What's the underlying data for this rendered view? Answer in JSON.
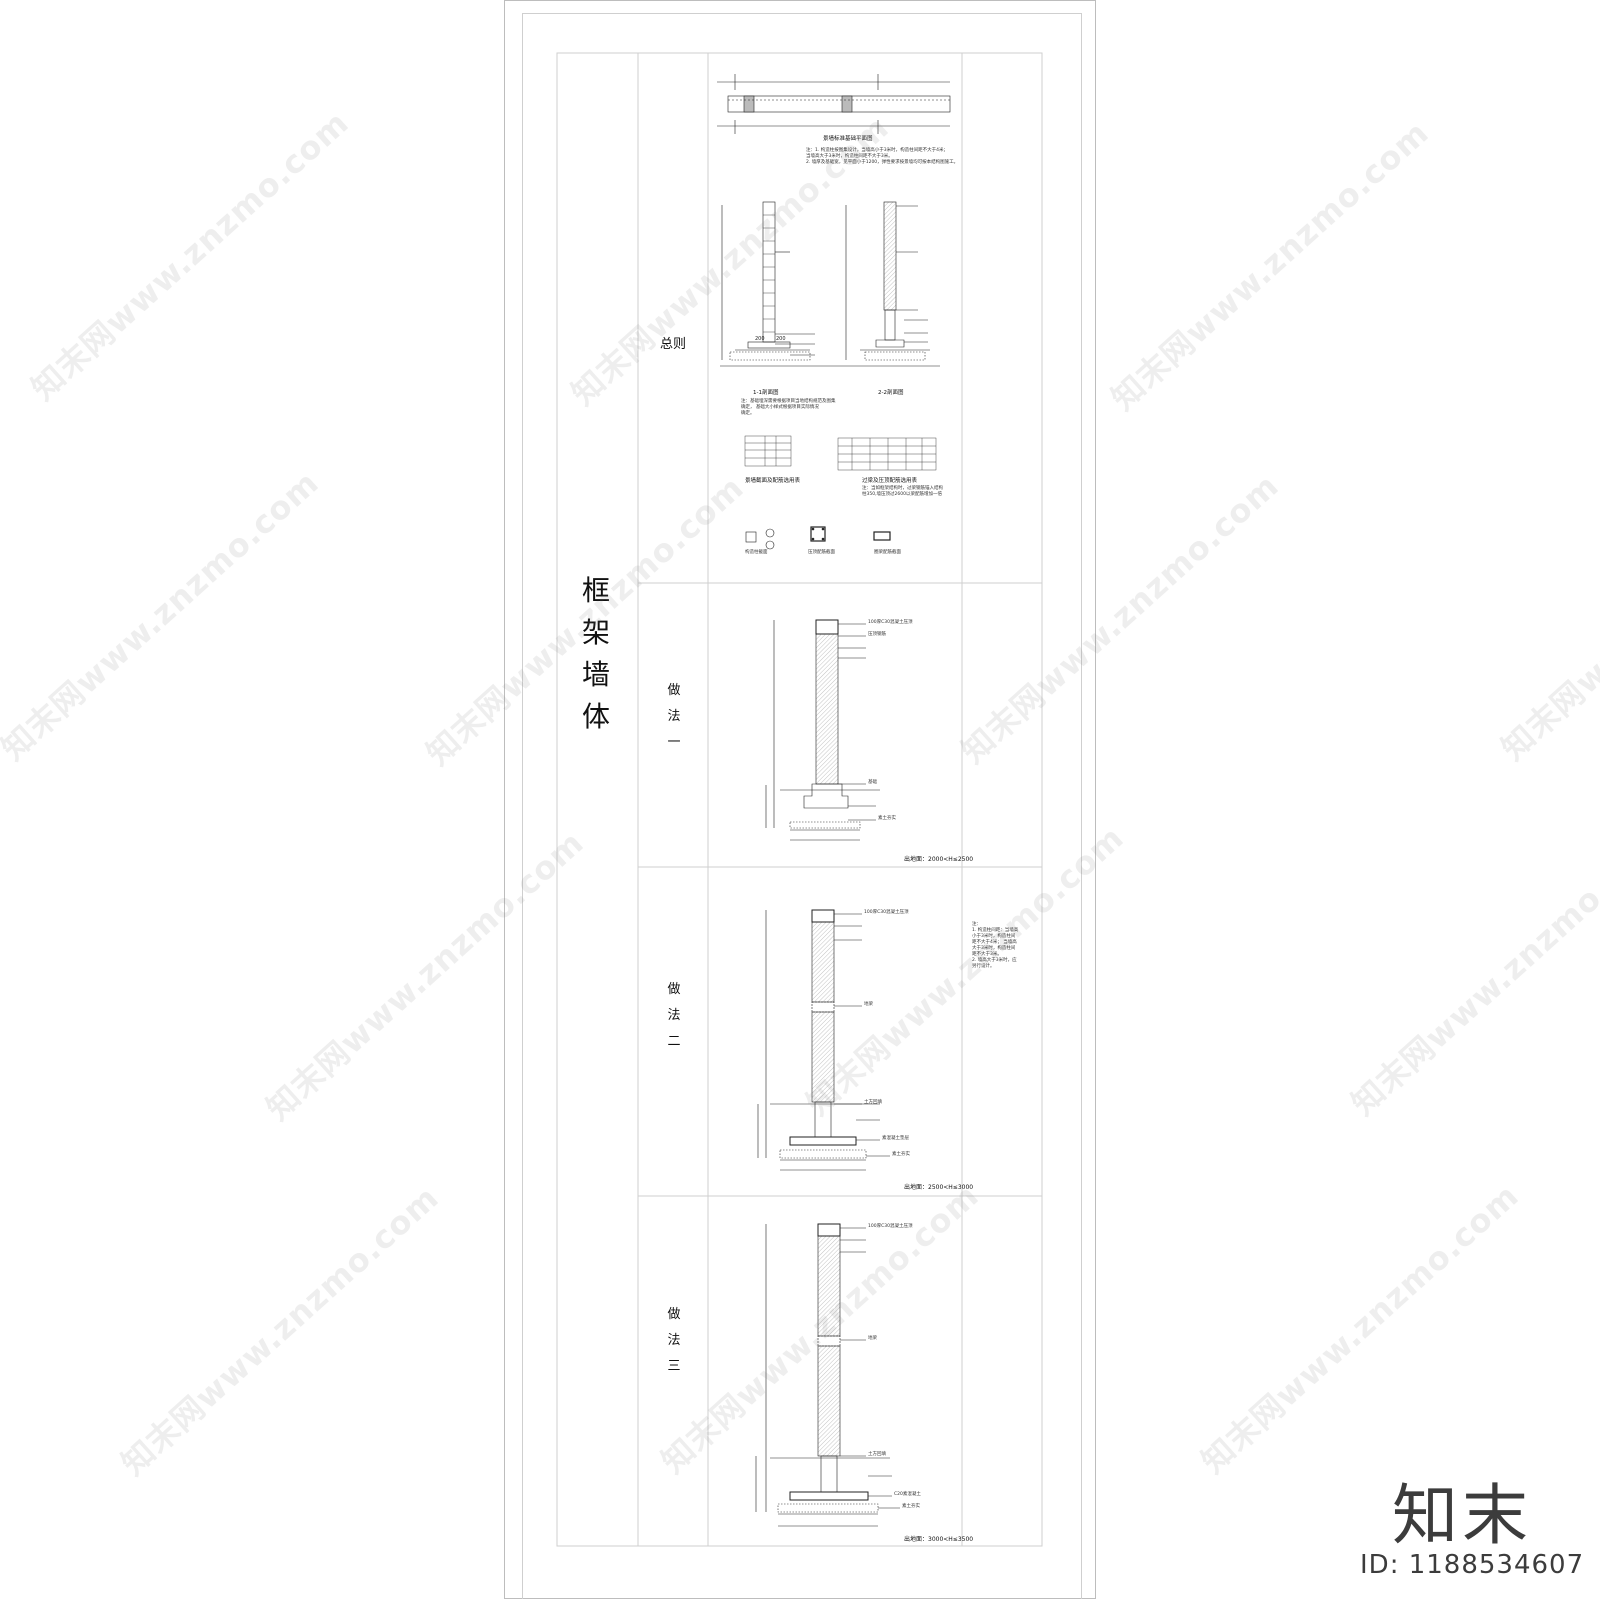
{
  "sheet": {
    "column_title": [
      "框",
      "架",
      "墙",
      "体"
    ],
    "rows": [
      {
        "id": "general",
        "label": [
          "总则"
        ]
      },
      {
        "id": "method1",
        "label": [
          "做",
          "法",
          "一"
        ]
      },
      {
        "id": "method2",
        "label": [
          "做",
          "法",
          "二"
        ]
      },
      {
        "id": "method3",
        "label": [
          "做",
          "法",
          "三"
        ]
      }
    ]
  },
  "general": {
    "plan_title": "景墙标准基础平面图",
    "plan_notes": [
      "注：1. 构造柱按图集设计，当墙高小于3米时，构造柱间距不大于4米；",
      "当墙高大于3米时，构造柱间距不大于3米。",
      "2. 墙厚及基础宽，见平面小于1200，弹性要求按景墙均可按本结构图施工。"
    ],
    "section1_title": "1-1剖面图",
    "section1_notes": [
      "注：基础埋深需要根据项目当地结构规范及图集",
      "确定，  基础大小样式根据项目实际情况",
      "确定。"
    ],
    "section2_title": "2-2剖面图",
    "table1_caption": "景墙截面及配筋选用表",
    "table2_caption": "过梁及压顶配筋选用表",
    "table2_notes": [
      "注：当如框架结构时，过梁钢筋锚入结构",
      "柱350,墙压顶过2600以梁配筋增加一倍"
    ],
    "detail_labels": [
      "构造柱截面",
      "压顶配筋截面",
      "圈梁配筋截面"
    ],
    "dim_200_a": "200",
    "dim_200_b": "200"
  },
  "method1": {
    "height_range": "出地面：2000<H≤2500"
  },
  "method2": {
    "height_range": "出地面：2500<H≤3000",
    "side_notes": [
      "注：",
      "1. 构造柱间距：当墙高",
      "小于3米时，构造柱间",
      "距不大于4米；  当墙高",
      "大于3米时，构造柱间",
      "距不大于3米。",
      "2. 墙高大于3米时，应",
      "另行设计。"
    ]
  },
  "method3": {
    "height_range": "出地面：3000<H≤3500"
  },
  "detail_callouts": [
    "100厚C30混凝土压顶",
    "压顶钢筋",
    "素混凝土垫层",
    "C20素混凝土",
    "基础",
    "土方回填",
    "素土夯实",
    "地梁"
  ],
  "watermark": {
    "text": "知末网www.znzmo.com",
    "brand": "知末",
    "id": "ID: 1188534607"
  },
  "colors": {
    "line": "#222222",
    "frame": "#bdbdbd",
    "watermark": "#787878",
    "brand": "#3c3c3c"
  }
}
